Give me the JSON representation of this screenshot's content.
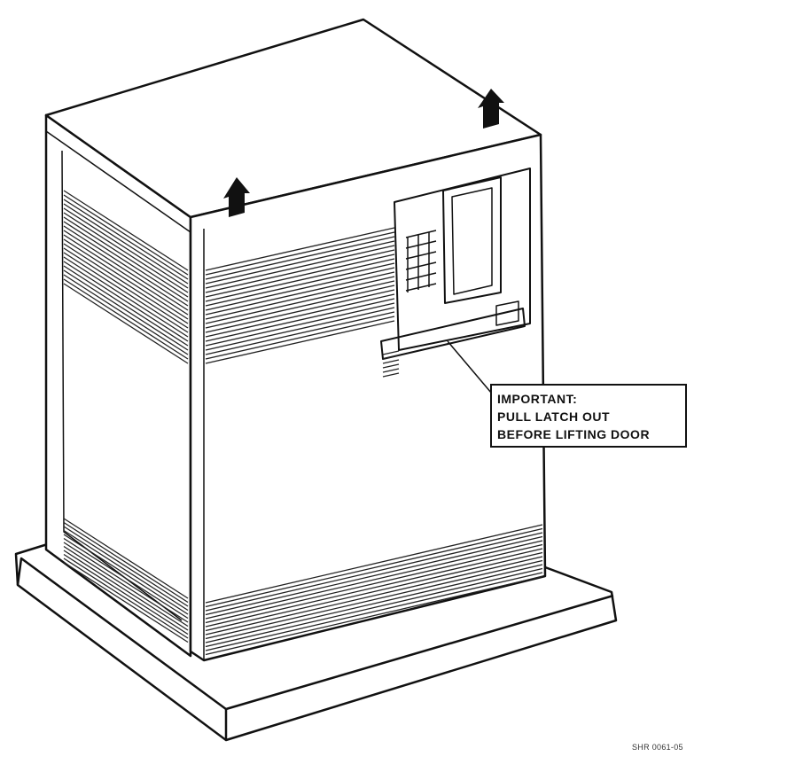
{
  "diagram": {
    "subject": "cabinet-door-removal",
    "callout": {
      "lines": [
        "IMPORTANT:",
        "PULL LATCH OUT",
        "BEFORE LIFTING DOOR"
      ]
    },
    "figure_code": "SHR 0061-05",
    "colors": {
      "line": "#111111",
      "background": "#ffffff"
    }
  }
}
